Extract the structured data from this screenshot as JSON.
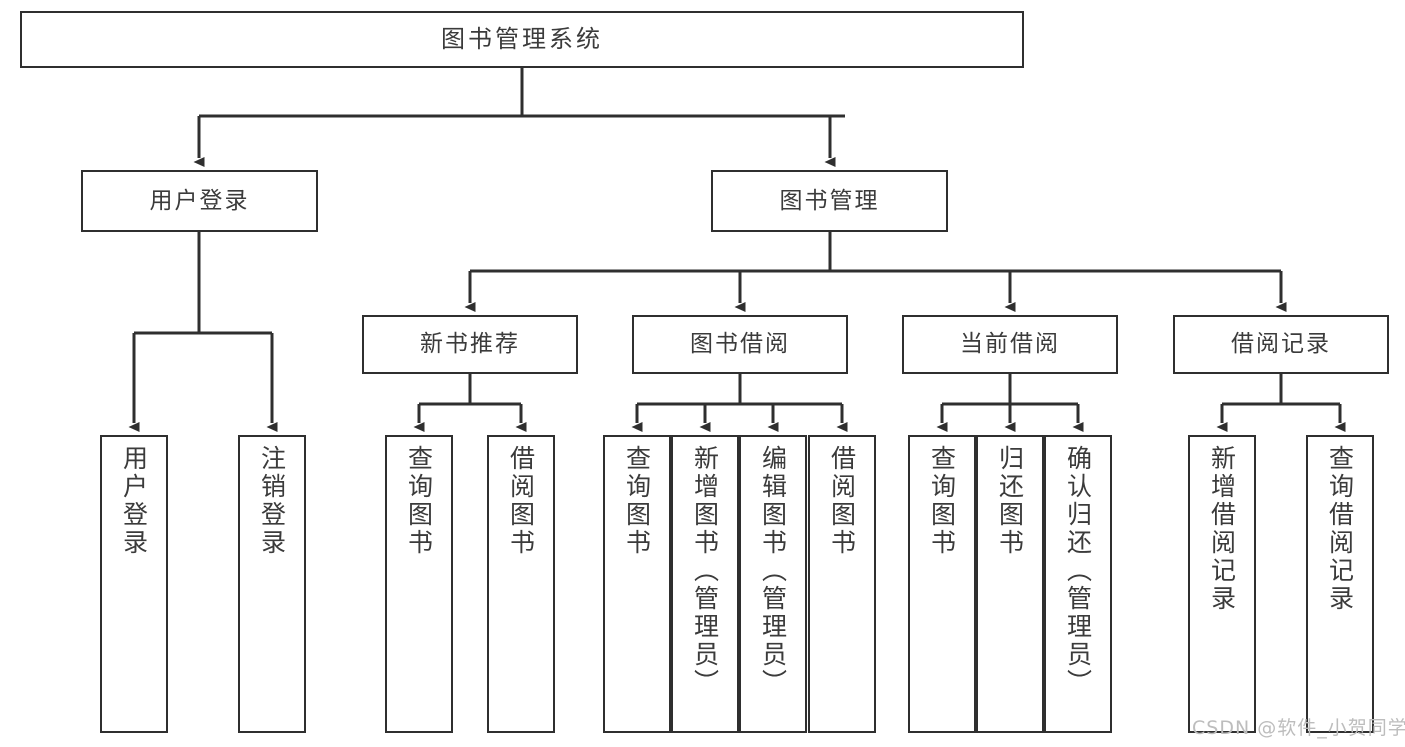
{
  "diagram": {
    "type": "tree",
    "title": "图书管理系统",
    "orientation": "top-down",
    "colors": {
      "stroke": "#2f2f2f",
      "text": "#3b3b3b",
      "background": "#ffffff",
      "watermark": "#bdbdbd"
    },
    "root": {
      "label": "图书管理系统"
    },
    "level2": [
      {
        "id": "user-login",
        "label": "用户登录"
      },
      {
        "id": "book-manage",
        "label": "图书管理"
      }
    ],
    "level3": [
      {
        "id": "new-book-recommend",
        "label": "新书推荐"
      },
      {
        "id": "book-borrow",
        "label": "图书借阅"
      },
      {
        "id": "current-borrow",
        "label": "当前借阅"
      },
      {
        "id": "borrow-record",
        "label": "借阅记录"
      }
    ],
    "leaves": [
      {
        "id": "leaf-user-login",
        "label": "用户登录",
        "parent": "user-login"
      },
      {
        "id": "leaf-logout-login",
        "label": "注销登录",
        "parent": "user-login"
      },
      {
        "id": "leaf-query-book-1",
        "label": "查询图书",
        "parent": "new-book-recommend"
      },
      {
        "id": "leaf-borrow-book-1",
        "label": "借阅图书",
        "parent": "new-book-recommend"
      },
      {
        "id": "leaf-query-book-2",
        "label": "查询图书",
        "parent": "book-borrow"
      },
      {
        "id": "leaf-add-book-admin",
        "label": "新增图书（管理员）",
        "parent": "book-borrow"
      },
      {
        "id": "leaf-edit-book-admin",
        "label": "编辑图书（管理员）",
        "parent": "book-borrow"
      },
      {
        "id": "leaf-borrow-book-2",
        "label": "借阅图书",
        "parent": "book-borrow"
      },
      {
        "id": "leaf-query-book-3",
        "label": "查询图书",
        "parent": "current-borrow"
      },
      {
        "id": "leaf-return-book",
        "label": "归还图书",
        "parent": "current-borrow"
      },
      {
        "id": "leaf-confirm-return-admin",
        "label": "确认归还（管理员）",
        "parent": "current-borrow"
      },
      {
        "id": "leaf-add-borrow-record",
        "label": "新增借阅记录",
        "parent": "borrow-record"
      },
      {
        "id": "leaf-query-borrow-record",
        "label": "查询借阅记录",
        "parent": "borrow-record"
      }
    ]
  },
  "watermark": {
    "text": "CSDN @软件_小贺同学"
  }
}
